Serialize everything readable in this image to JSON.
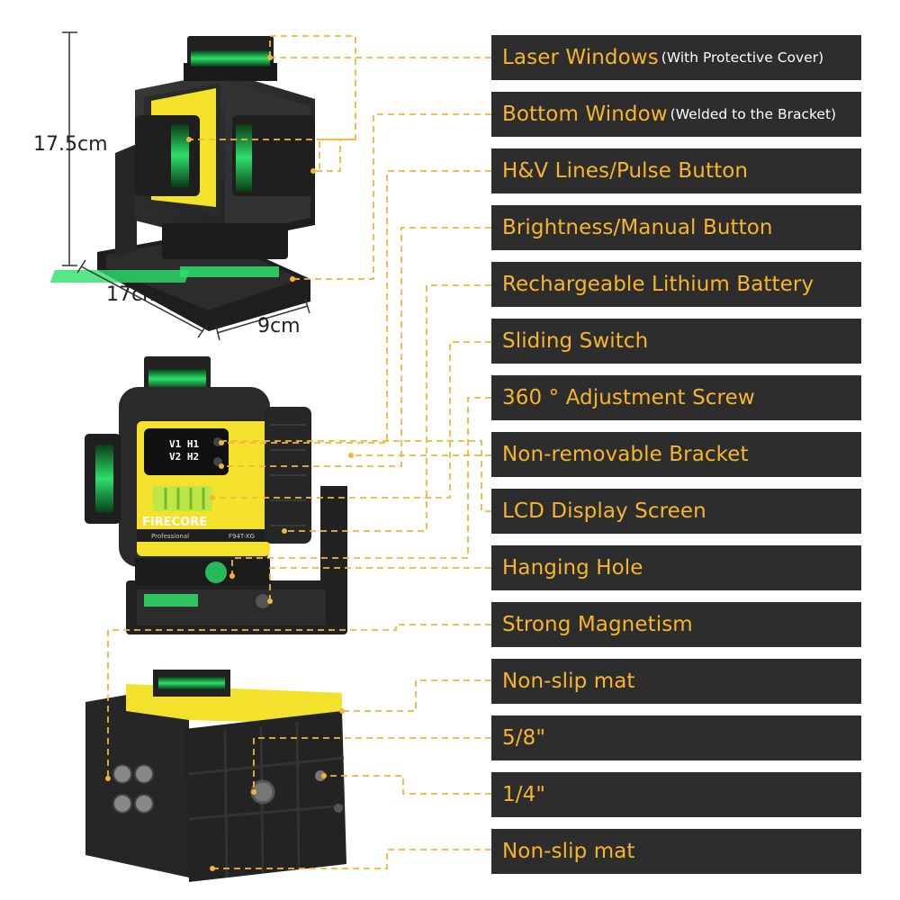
{
  "labels": [
    {
      "main": "Laser Windows",
      "sub": "(With Protective Cover)"
    },
    {
      "main": "Bottom Window",
      "sub": "(Welded to the Bracket)"
    },
    {
      "main": "H&V Lines/Pulse Button",
      "sub": ""
    },
    {
      "main": "Brightness/Manual Button",
      "sub": ""
    },
    {
      "main": "Rechargeable Lithium Battery",
      "sub": ""
    },
    {
      "main": "Sliding Switch",
      "sub": ""
    },
    {
      "main": "360 ° Adjustment Screw",
      "sub": ""
    },
    {
      "main": "Non-removable Bracket",
      "sub": ""
    },
    {
      "main": "LCD Display Screen",
      "sub": ""
    },
    {
      "main": "Hanging Hole",
      "sub": ""
    },
    {
      "main": "Strong Magnetism",
      "sub": ""
    },
    {
      "main": "Non-slip mat",
      "sub": ""
    },
    {
      "main": "5/8\"",
      "sub": ""
    },
    {
      "main": "1/4\"",
      "sub": ""
    },
    {
      "main": "Non-slip mat",
      "sub": ""
    }
  ],
  "dimensions": {
    "height": "17.5cm",
    "length": "17cm",
    "width": "9cm"
  },
  "product": {
    "brand": "FIRECORE",
    "model_line": "Professional",
    "model_code": "F94T-XG",
    "lcd_lines": [
      "V1 H1",
      "V2 H2"
    ]
  },
  "colors": {
    "label_bg": "#2d2d2d",
    "label_text": "#f7b52a",
    "sub_text": "#ffffff",
    "leader_line": "#f2b63a",
    "laser_green": "#2de06a",
    "body_yellow": "#f4e12b",
    "body_dark": "#2a2a2a"
  }
}
